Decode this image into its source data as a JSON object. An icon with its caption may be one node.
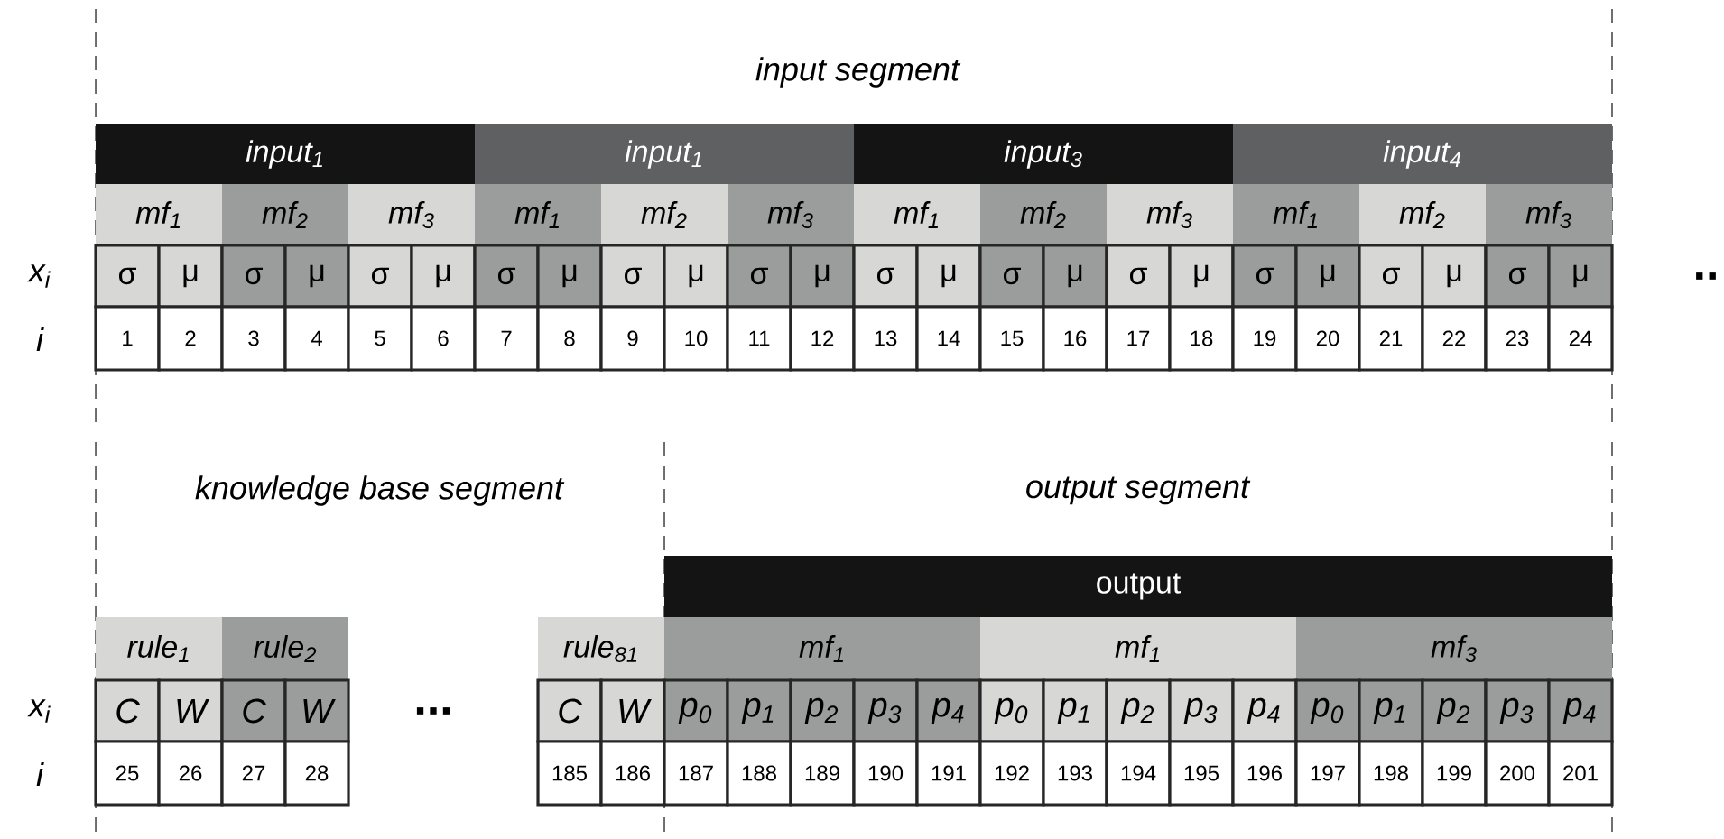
{
  "diagram": {
    "nodes": [
      {
        "text": [
          "input$_{1}$"
        ]
      },
      {
        "text": [
          "input$_{1}$"
        ]
      },
      {
        "text": [
          "input$_{3}$"
        ]
      },
      {
        "text": [
          "input$_{4}$"
        ]
      },
      {
        "text": [
          "mf$_{1}$"
        ]
      },
      {
        "text": [
          "mf$_{2}$"
        ]
      },
      {
        "text": [
          "mf$_{3}$"
        ]
      },
      {
        "text": [
          "mf$_{1}$"
        ]
      },
      {
        "text": [
          "mf$_{2}$"
        ]
      },
      {
        "text": [
          "mf$_{3}$"
        ]
      },
      {
        "text": [
          "mf$_{1}$"
        ]
      },
      {
        "text": [
          "mf$_{2}$"
        ]
      },
      {
        "text": [
          "mf$_{3}$"
        ]
      },
      {
        "text": [
          "mf$_{1}$"
        ]
      },
      {
        "text": [
          "mf$_{2}$"
        ]
      },
      {
        "text": [
          "mf$_{3}$"
        ]
      },
      {
        "text": [
          "σ"
        ]
      },
      {
        "text": [
          "μ"
        ]
      },
      {
        "text": [
          "σ"
        ]
      },
      {
        "text": [
          "μ"
        ]
      },
      {
        "text": [
          "σ"
        ]
      },
      {
        "text": [
          "μ"
        ]
      },
      {
        "text": [
          "σ"
        ]
      },
      {
        "text": [
          "μ"
        ]
      },
      {
        "text": [
          "σ"
        ]
      },
      {
        "text": [
          "μ"
        ]
      },
      {
        "text": [
          "σ"
        ]
      },
      {
        "text": [
          "μ"
        ]
      },
      {
        "text": [
          "σ"
        ]
      },
      {
        "text": [
          "μ"
        ]
      },
      {
        "text": [
          "σ"
        ]
      },
      {
        "text": [
          "μ"
        ]
      },
      {
        "text": [
          "σ"
        ]
      },
      {
        "text": [
          "μ"
        ]
      },
      {
        "text": [
          "σ"
        ]
      },
      {
        "text": [
          "μ"
        ]
      },
      {
        "text": [
          "σ"
        ]
      },
      {
        "text": [
          "μ"
        ]
      },
      {
        "text": [
          "σ"
        ]
      },
      {
        "text": [
          "μ"
        ]
      },
      {
        "text": [
          "1"
        ]
      },
      {
        "text": [
          "2"
        ]
      },
      {
        "text": [
          "3"
        ]
      },
      {
        "text": [
          "4"
        ]
      },
      {
        "text": [
          "5"
        ]
      },
      {
        "text": [
          "6"
        ]
      },
      {
        "text": [
          "7"
        ]
      },
      {
        "text": [
          "8"
        ]
      },
      {
        "text": [
          "9"
        ]
      },
      {
        "text": [
          "10"
        ]
      },
      {
        "text": [
          "11"
        ]
      },
      {
        "text": [
          "12"
        ]
      },
      {
        "text": [
          "13"
        ]
      },
      {
        "text": [
          "14"
        ]
      },
      {
        "text": [
          "15"
        ]
      },
      {
        "text": [
          "16"
        ]
      },
      {
        "text": [
          "17"
        ]
      },
      {
        "text": [
          "18"
        ]
      },
      {
        "text": [
          "19"
        ]
      },
      {
        "text": [
          "20"
        ]
      },
      {
        "text": [
          "21"
        ]
      },
      {
        "text": [
          "22"
        ]
      },
      {
        "text": [
          "23"
        ]
      },
      {
        "text": [
          "24"
        ]
      },
      {
        "text": [
          "output"
        ]
      },
      {
        "text": [
          "rule$_{1}$"
        ]
      },
      {
        "text": [
          "rule$_{2}$"
        ]
      },
      {
        "text": [
          "rule$_{81}$"
        ]
      },
      {
        "text": [
          "mf$_{1}$"
        ]
      },
      {
        "text": [
          "mf$_{1}$"
        ]
      },
      {
        "text": [
          "mf$_{3}$"
        ]
      },
      {
        "text": [
          "C"
        ]
      },
      {
        "text": [
          "W"
        ]
      },
      {
        "text": [
          "C"
        ]
      },
      {
        "text": [
          "W"
        ]
      },
      {
        "text": [
          "C"
        ]
      },
      {
        "text": [
          "W"
        ]
      },
      {
        "text": [
          "p$_{0}$"
        ]
      },
      {
        "text": [
          "p$_{1}$"
        ]
      },
      {
        "text": [
          "p$_{2}$"
        ]
      },
      {
        "text": [
          "p$_{3}$"
        ]
      },
      {
        "text": [
          "p$_{4}$"
        ]
      },
      {
        "text": [
          "p$_{0}$"
        ]
      },
      {
        "text": [
          "p$_{1}$"
        ]
      },
      {
        "text": [
          "p$_{2}$"
        ]
      },
      {
        "text": [
          "p$_{3}$"
        ]
      },
      {
        "text": [
          "p$_{4}$"
        ]
      },
      {
        "text": [
          "p$_{0}$"
        ]
      },
      {
        "text": [
          "p$_{1}$"
        ]
      },
      {
        "text": [
          "p$_{2}$"
        ]
      },
      {
        "text": [
          "p$_{3}$"
        ]
      },
      {
        "text": [
          "p$_{4}$"
        ]
      },
      {
        "text": [
          "25"
        ]
      },
      {
        "text": [
          "26"
        ]
      },
      {
        "text": [
          "27"
        ]
      },
      {
        "text": [
          "28"
        ]
      },
      {
        "text": [
          "185"
        ]
      },
      {
        "text": [
          "186"
        ]
      },
      {
        "text": [
          "187"
        ]
      },
      {
        "text": [
          "188"
        ]
      },
      {
        "text": [
          "189"
        ]
      },
      {
        "text": [
          "190"
        ]
      },
      {
        "text": [
          "191"
        ]
      },
      {
        "text": [
          "192"
        ]
      },
      {
        "text": [
          "193"
        ]
      },
      {
        "text": [
          "194"
        ]
      },
      {
        "text": [
          "195"
        ]
      },
      {
        "text": [
          "196"
        ]
      },
      {
        "text": [
          "197"
        ]
      },
      {
        "text": [
          "198"
        ]
      },
      {
        "text": [
          "199"
        ]
      },
      {
        "text": [
          "200"
        ]
      },
      {
        "text": [
          "201"
        ]
      }
    ],
    "labels": [
      "input segment",
      "x$_{i}$",
      "i",
      "..",
      "knowledge base segment",
      "output segment",
      "x$_{i}$",
      "i",
      "..."
    ]
  }
}
